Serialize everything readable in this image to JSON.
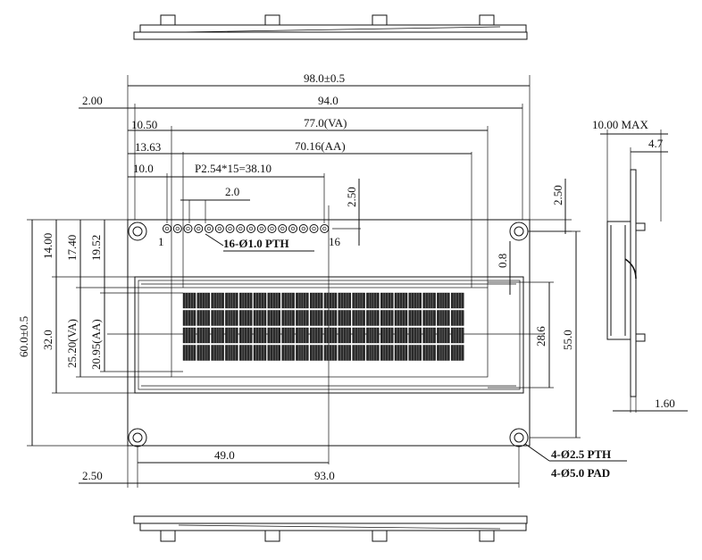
{
  "drawing": {
    "overall_width": "98.0±0.5",
    "hole_pitch_x": "94.0",
    "view_area_width": "77.0(VA)",
    "active_area_width": "70.16(AA)",
    "pin_pitch_total": "P2.54*15=38.10",
    "pin_gap": "2.0",
    "left_edge": "2.00",
    "va_left": "10.50",
    "aa_left": "13.63",
    "pin1_left": "10.0",
    "pin_top": "2.50",
    "hole_top_right": "2.50",
    "side_max": "10.00 MAX",
    "side_47": "4.7",
    "side_pcb": "1.60",
    "h_14": "14.00",
    "h_1740": "17.40",
    "h_1952": "19.52",
    "overall_height": "60.0±0.5",
    "height_32": "32.0",
    "va_height": "25.20(VA)",
    "aa_height": "20.95(AA)",
    "h_286": "28.6",
    "h_55": "55.0",
    "h_08": "0.8",
    "bottom_49": "49.0",
    "bottom_93": "93.0",
    "bottom_250": "2.50",
    "pin_first": "1",
    "pin_last": "16",
    "pin_note": "16-Ø1.0 PTH",
    "hole_note_1": "4-Ø2.5 PTH",
    "hole_note_2": "4-Ø5.0 PAD"
  }
}
